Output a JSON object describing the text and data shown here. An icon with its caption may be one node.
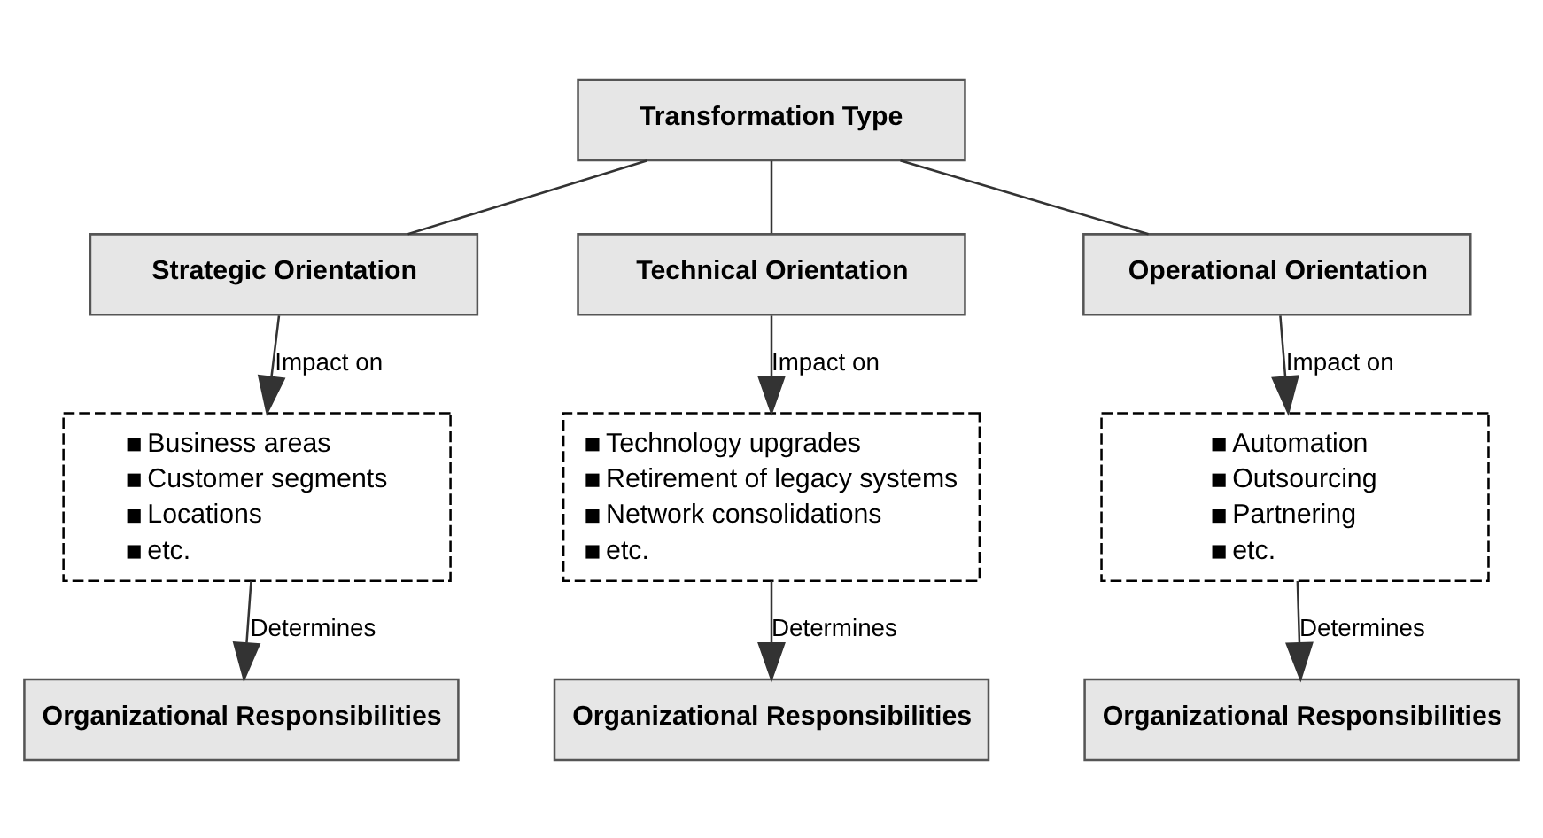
{
  "diagram": {
    "nodes": [
      {
        "text": [
          "Transformation Type"
        ]
      },
      {
        "text": [
          "Strategic Orientation"
        ]
      },
      {
        "text": [
          "Technical Orientation"
        ]
      },
      {
        "text": [
          "Operational Orientation"
        ]
      },
      {
        "text": [
          "Business areas",
          "Customer segments",
          "Locations",
          "etc."
        ]
      },
      {
        "text": [
          "Technology upgrades",
          "Retirement of legacy systems",
          "Network consolidations",
          "etc."
        ]
      },
      {
        "text": [
          "Automation",
          "Outsourcing",
          "Partnering",
          "etc."
        ]
      },
      {
        "text": [
          "Organizational Responsibilities"
        ]
      },
      {
        "text": [
          "Organizational Responsibilities"
        ]
      },
      {
        "text": [
          "Organizational Responsibilities"
        ]
      }
    ],
    "edges": [
      {
        "from": 0,
        "to": 1,
        "arrow": "none"
      },
      {
        "from": 0,
        "to": 2,
        "arrow": "none"
      },
      {
        "from": 0,
        "to": 3,
        "arrow": "none"
      },
      {
        "from": 1,
        "to": 4,
        "arrow": "to",
        "label": "Impact on"
      },
      {
        "from": 2,
        "to": 5,
        "arrow": "to",
        "label": "Impact on"
      },
      {
        "from": 3,
        "to": 6,
        "arrow": "to",
        "label": "Impact on"
      },
      {
        "from": 4,
        "to": 7,
        "arrow": "to",
        "label": "Determines"
      },
      {
        "from": 5,
        "to": 8,
        "arrow": "to",
        "label": "Determines"
      },
      {
        "from": 6,
        "to": 9,
        "arrow": "to",
        "label": "Determines"
      }
    ]
  }
}
